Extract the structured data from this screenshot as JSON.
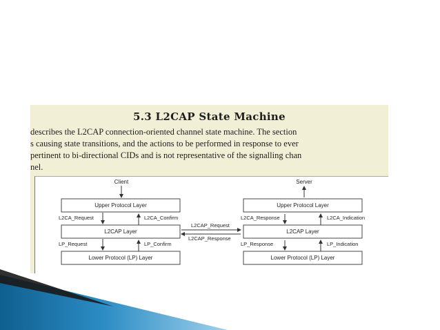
{
  "heading": "5.3 L2CAP State Machine",
  "paragraph_lines": [
    "describes the L2CAP connection-oriented channel state machine. The section",
    "s causing state transitions, and the actions to be performed in response to ever",
    "pertinent to bi-directional CIDs and is not representative of the signalling chan",
    "nel."
  ],
  "diagram": {
    "client_label": "Client",
    "server_label": "Server",
    "left": {
      "upper": "Upper Protocol Layer",
      "l2cap": "L2CAP Layer",
      "lower": "Lower Protocol (LP) Layer",
      "l2ca_request": "L2CA_Request",
      "l2ca_confirm": "L2CA_Confirm",
      "lp_request": "LP_Request",
      "lp_confirm": "LP_Confirm"
    },
    "right": {
      "upper": "Upper Protocol Layer",
      "l2cap": "L2CAP Layer",
      "lower": "Lower Protocol (LP) Layer",
      "l2ca_response": "L2CA_Response",
      "l2ca_indication": "L2CA_Indication",
      "lp_response": "LP_Response",
      "lp_indication": "LP_Indication"
    },
    "l2cap_request": "L2CAP_Request",
    "l2cap_response": "L2CAP_Response"
  },
  "colors": {
    "image_background": "#f1efd6",
    "deco_dark": "#1a1a1a",
    "deco_blue": "#1e7fb4",
    "deco_light_blue": "#5aa9d6"
  }
}
